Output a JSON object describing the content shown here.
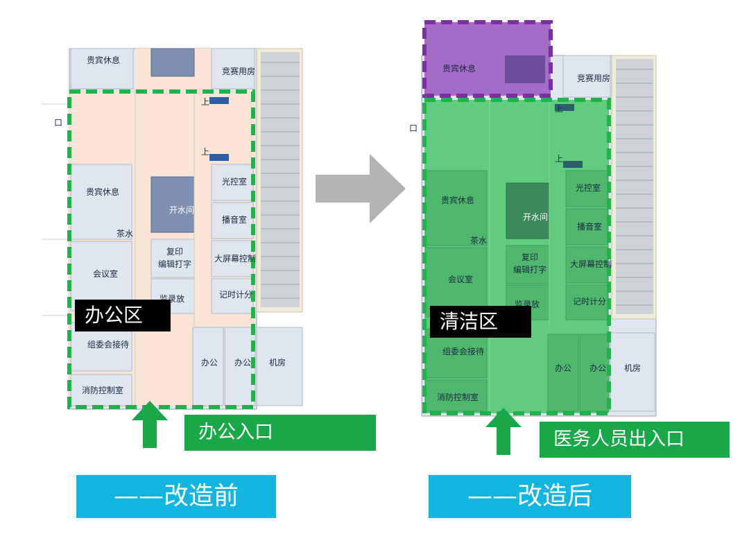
{
  "before": {
    "zone_label": "办公区",
    "entrance_label": "办公入口",
    "caption": "——改造前",
    "rooms": {
      "vip_top": "贵宾休息",
      "competition": "竞赛用房",
      "vip": "贵宾休息",
      "tea": "茶水",
      "water": "开水间",
      "light": "光控室",
      "broadcast": "播音室",
      "copy1": "复印",
      "copy2": "编辑打字",
      "screen": "大屏幕控制",
      "meeting": "会议室",
      "record": "监录放",
      "timing": "记时计分",
      "committee": "组委会接待",
      "office1": "办公",
      "office2": "办公",
      "machine": "机房",
      "fire": "消防控制室",
      "stair1": "上",
      "stair2": "上",
      "side": "口"
    }
  },
  "after": {
    "zone_label": "清洁区",
    "entrance_label": "医务人员出入口",
    "caption": "——改造后",
    "rooms": {
      "vip_top": "贵宾休息",
      "competition": "竞赛用房",
      "vip": "贵宾休息",
      "tea": "茶水",
      "water": "开水间",
      "light": "光控室",
      "broadcast": "播音室",
      "copy1": "复印",
      "copy2": "编辑打字",
      "screen": "大屏幕控制",
      "meeting": "会议室",
      "record": "监录放",
      "timing": "记时计分",
      "committee": "组委会接待",
      "office1": "办公",
      "office2": "办公",
      "machine": "机房",
      "fire": "消防控制室",
      "stair1": "上",
      "stair2": "上",
      "side": "口"
    }
  },
  "colors": {
    "office_zone_fill": "#f9e4d6",
    "clean_zone_fill": "#5fcc7e",
    "clean_zone_border": "#22b14c",
    "purple_zone_fill": "#a56cc7",
    "purple_zone_border": "#7a2fa3",
    "office_zone_border": "#22b14c",
    "room_fill": "#dfe6ef",
    "entrance_bg": "#18a84a",
    "caption_bg": "#12b4e0",
    "arrow_gray": "#b3b3b3"
  }
}
